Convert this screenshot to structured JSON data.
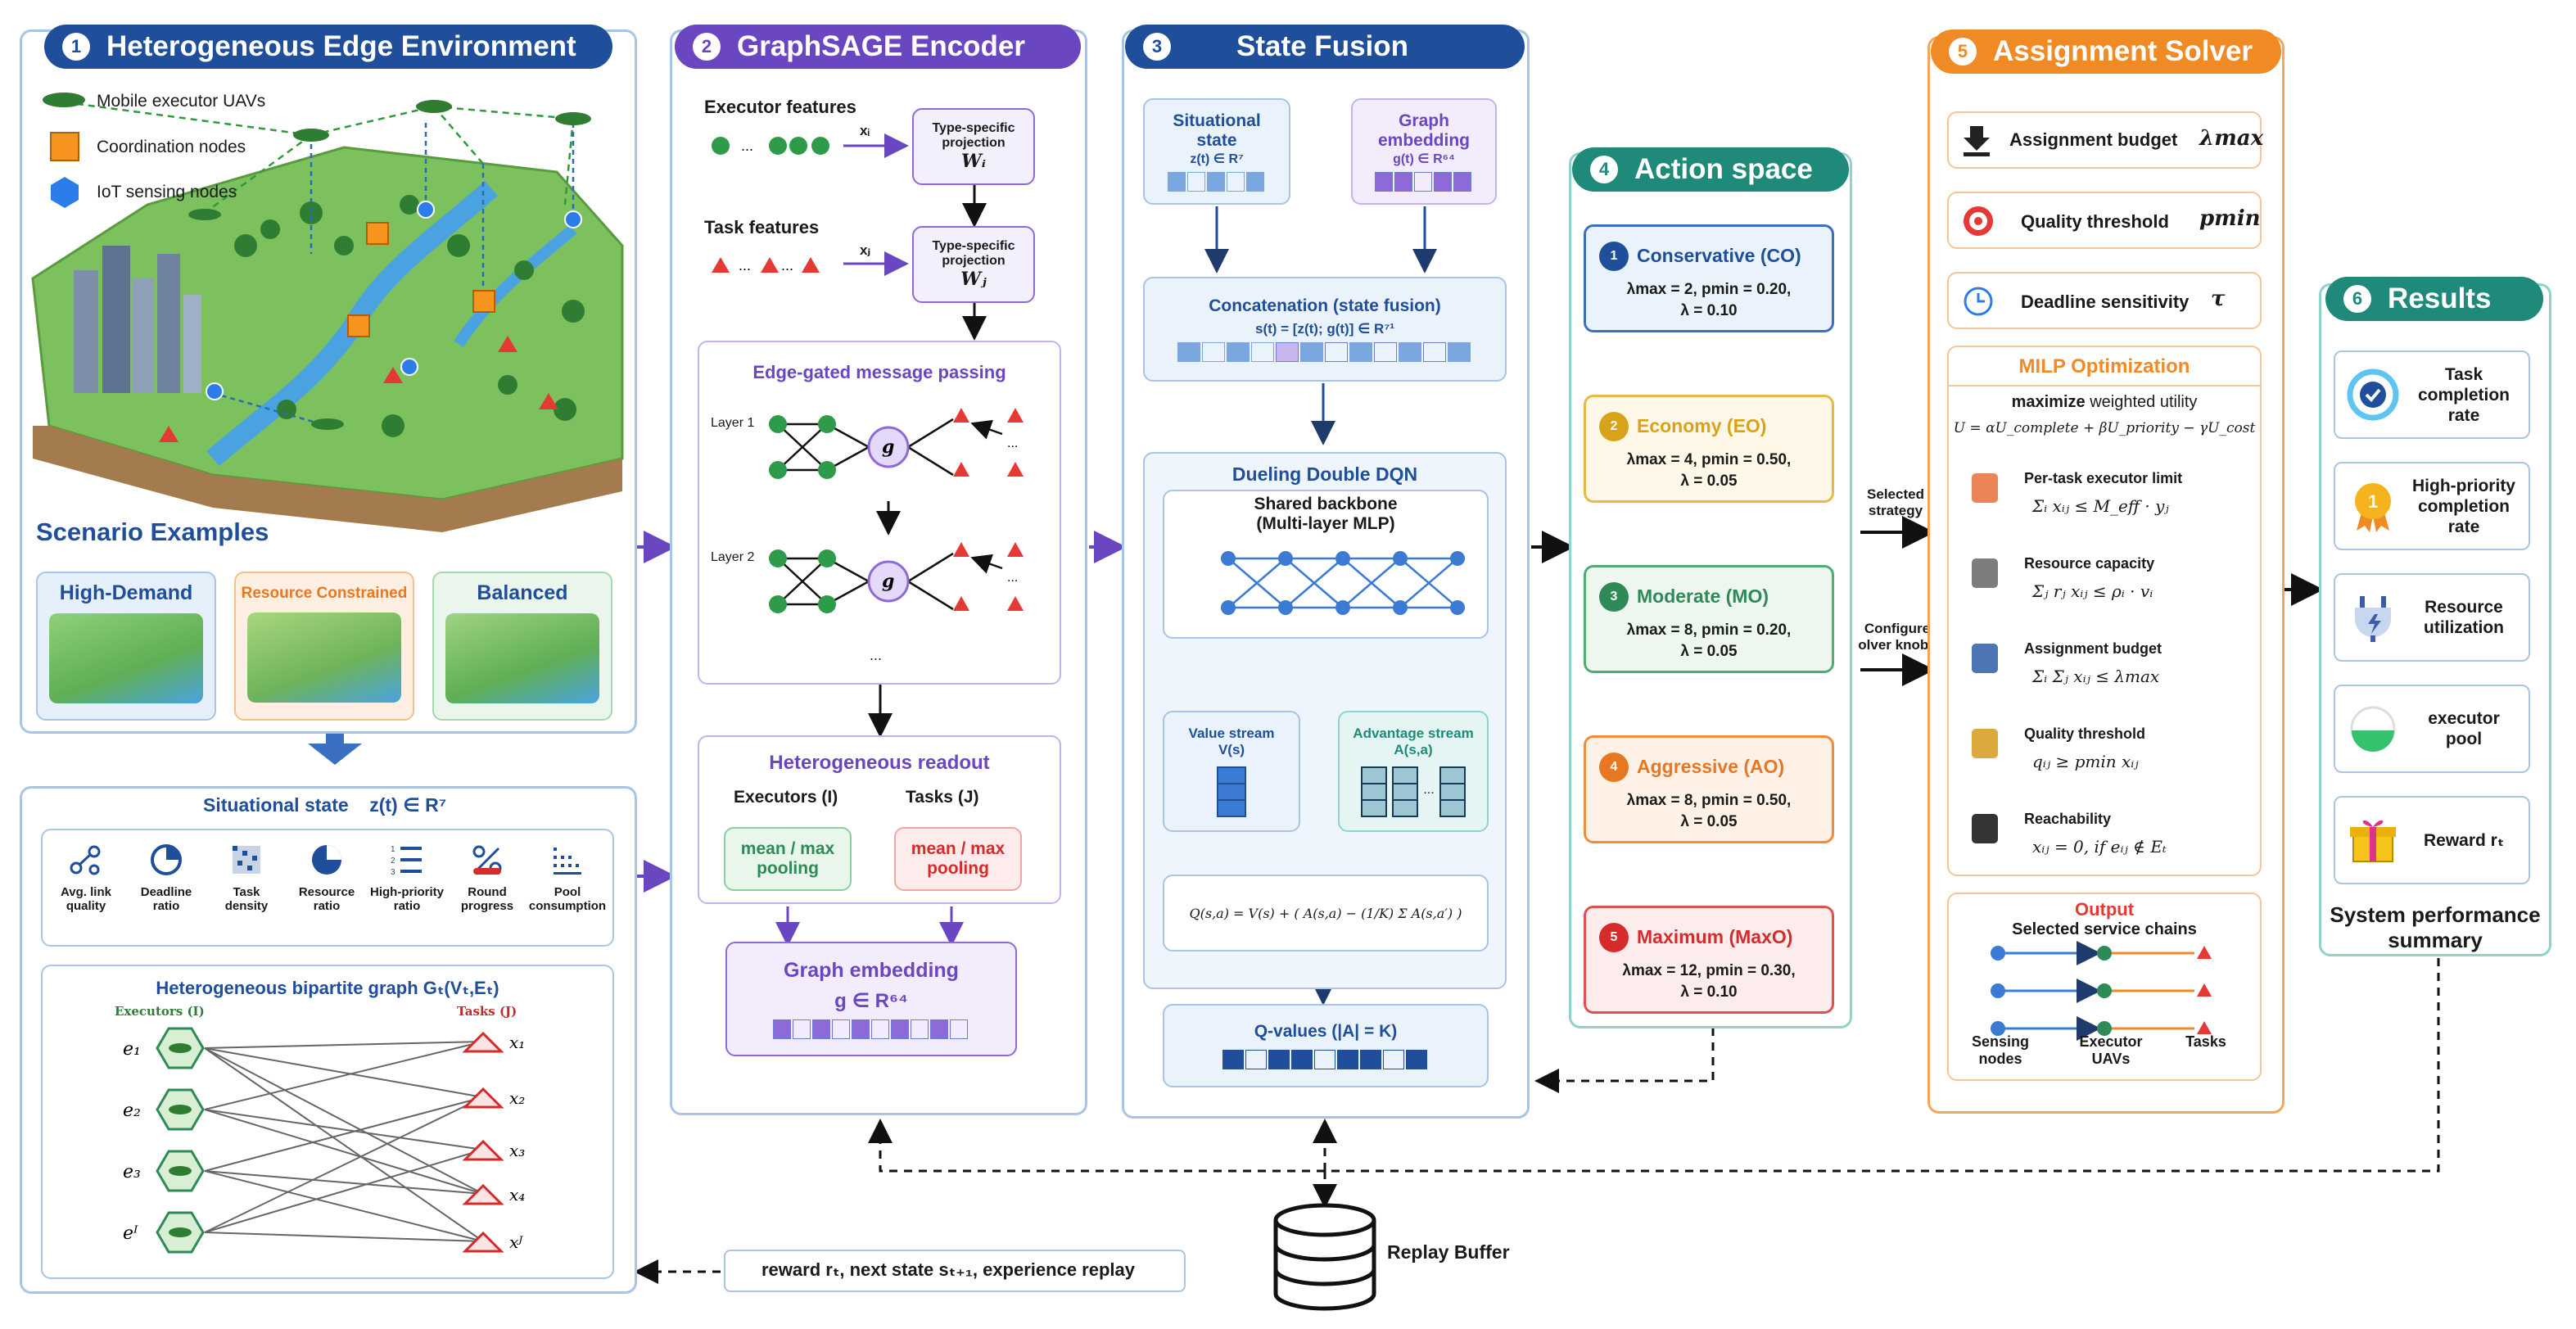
{
  "env": {
    "num": "1",
    "title": "Heterogeneous Edge Environment",
    "legend": [
      "Mobile executor UAVs",
      "Coordination nodes",
      "IoT sensing nodes"
    ],
    "scenario_title": "Scenario Examples",
    "scenarios": [
      "High-Demand",
      "Resource Constrained",
      "Balanced"
    ]
  },
  "sit": {
    "title": "Situational state",
    "formula": "z(t) ∈ R⁷",
    "icons": [
      [
        "Avg. link",
        "quality"
      ],
      [
        "Deadline",
        "ratio"
      ],
      [
        "Task",
        "density"
      ],
      [
        "Resource",
        "ratio"
      ],
      [
        "High-priority",
        "ratio"
      ],
      [
        "Round",
        "progress"
      ],
      [
        "Pool",
        "consumption"
      ]
    ]
  },
  "bip": {
    "title": "Heterogeneous bipartite graph  Gₜ(Vₜ,Eₜ)",
    "exec_label": "Executors (I)",
    "task_label": "Tasks (J)",
    "execs": [
      "e₁",
      "e₂",
      "e₃",
      "eᴵ"
    ],
    "tasks": [
      "x₁",
      "x₂",
      "x₃",
      "x₄",
      "xᴶ"
    ]
  },
  "feedback": "reward  rₜ,  next state  sₜ₊₁,  experience replay",
  "enc": {
    "num": "2",
    "title": "GraphSAGE Encoder",
    "exec_feat": "Executor features",
    "task_feat": "Task features",
    "xi": "xᵢ",
    "xj": "xⱼ",
    "proj": [
      "Type-specific",
      "projection"
    ],
    "wi": "Wᵢ",
    "wj": "Wⱼ",
    "mp_title": "Edge-gated message passing",
    "layer1": "Layer 1",
    "layer2": "Layer 2",
    "g": "g",
    "dots": "...",
    "readout": "Heterogeneous readout",
    "exec_col": "Executors (I)",
    "task_col": "Tasks (J)",
    "pool": [
      "mean / max",
      "pooling"
    ],
    "ge_title": "Graph embedding",
    "ge_formula": "g ∈ R⁶⁴"
  },
  "fus": {
    "num": "3",
    "title": "State Fusion",
    "sit": [
      "Situational",
      "state",
      "z(t) ∈ R⁷"
    ],
    "ge": [
      "Graph",
      "embedding",
      "g(t) ∈ R⁶⁴"
    ],
    "concat": "Concatenation (state fusion)",
    "concat_f": "s(t) = [z(t); g(t)] ∈ R⁷¹",
    "dqn": "Dueling Double DQN",
    "backbone": [
      "Shared backbone",
      "(Multi-layer MLP)"
    ],
    "value": [
      "Value stream",
      "V(s)"
    ],
    "adv": [
      "Advantage stream",
      "A(s,a)"
    ],
    "q_eq": "Q(s,a) = V(s) + ( A(s,a) − (1/K) Σ A(s,a′) )",
    "qvals": "Q-values  (|A| = K)"
  },
  "act": {
    "num": "4",
    "title": "Action space",
    "items": [
      {
        "n": "1",
        "name": "Conservative (CO)",
        "l1": "λmax = 2,  pmin = 0.20,",
        "l2": "λ = 0.10",
        "c": "#1f4e9a",
        "bg": "#eaf2fb",
        "bd": "#3b6fc1"
      },
      {
        "n": "2",
        "name": "Economy (EO)",
        "l1": "λmax = 4,  pmin = 0.50,",
        "l2": "λ = 0.05",
        "c": "#d9a21b",
        "bg": "#fff8e8",
        "bd": "#e9b947"
      },
      {
        "n": "3",
        "name": "Moderate (MO)",
        "l1": "λmax = 8,  pmin = 0.20,",
        "l2": "λ = 0.05",
        "c": "#2e8b57",
        "bg": "#edf7ef",
        "bd": "#4fae71"
      },
      {
        "n": "4",
        "name": "Aggressive (AO)",
        "l1": "λmax = 8,  pmin = 0.50,",
        "l2": "λ = 0.05",
        "c": "#e87722",
        "bg": "#fff1e6",
        "bd": "#f08c3d"
      },
      {
        "n": "5",
        "name": "Maximum (MaxO)",
        "l1": "λmax = 12, pmin = 0.30,",
        "l2": "λ = 0.10",
        "c": "#d62b2b",
        "bg": "#fdecec",
        "bd": "#e05252"
      }
    ],
    "selected": [
      "Selected",
      "strategy"
    ],
    "configure": [
      "Configure",
      "olver knobs"
    ]
  },
  "solver": {
    "num": "5",
    "title": "Assignment Solver",
    "budget": "Assignment budget",
    "budget_sym": "λmax",
    "quality": "Quality threshold",
    "quality_sym": "pmin",
    "deadline": "Deadline sensitivity",
    "deadline_sym": "τ",
    "milp": "MILP Optimization",
    "maximize": "maximize",
    "weighted": "weighted utility",
    "utility": "U = αU_complete + βU_priority − γU_cost",
    "cons": [
      [
        "Per-task executor limit",
        "Σᵢ xᵢⱼ ≤ M_eff · yⱼ"
      ],
      [
        "Resource capacity",
        "Σⱼ rⱼ xᵢⱼ ≤ ρᵢ · vᵢ"
      ],
      [
        "Assignment budget",
        "Σᵢ Σⱼ xᵢⱼ ≤ λmax"
      ],
      [
        "Quality threshold",
        "qᵢⱼ ≥ pmin xᵢⱼ"
      ],
      [
        "Reachability",
        "xᵢⱼ = 0,    if eᵢⱼ ∉ Eₜ"
      ]
    ],
    "output": "Output",
    "chains": "Selected service chains",
    "chain_labels": [
      [
        "Sensing",
        "nodes"
      ],
      [
        "Executor",
        "UAVs"
      ],
      [
        "Tasks"
      ]
    ]
  },
  "res": {
    "num": "6",
    "title": "Results",
    "items": [
      [
        "Task",
        "completion",
        "rate"
      ],
      [
        "High-priority",
        "completion",
        "rate"
      ],
      [
        "Resource",
        "utilization"
      ],
      [
        "executor",
        "pool"
      ],
      [
        "Reward  rₜ"
      ]
    ],
    "summary": [
      "System performance",
      "summary"
    ]
  },
  "replay": "Replay Buffer"
}
